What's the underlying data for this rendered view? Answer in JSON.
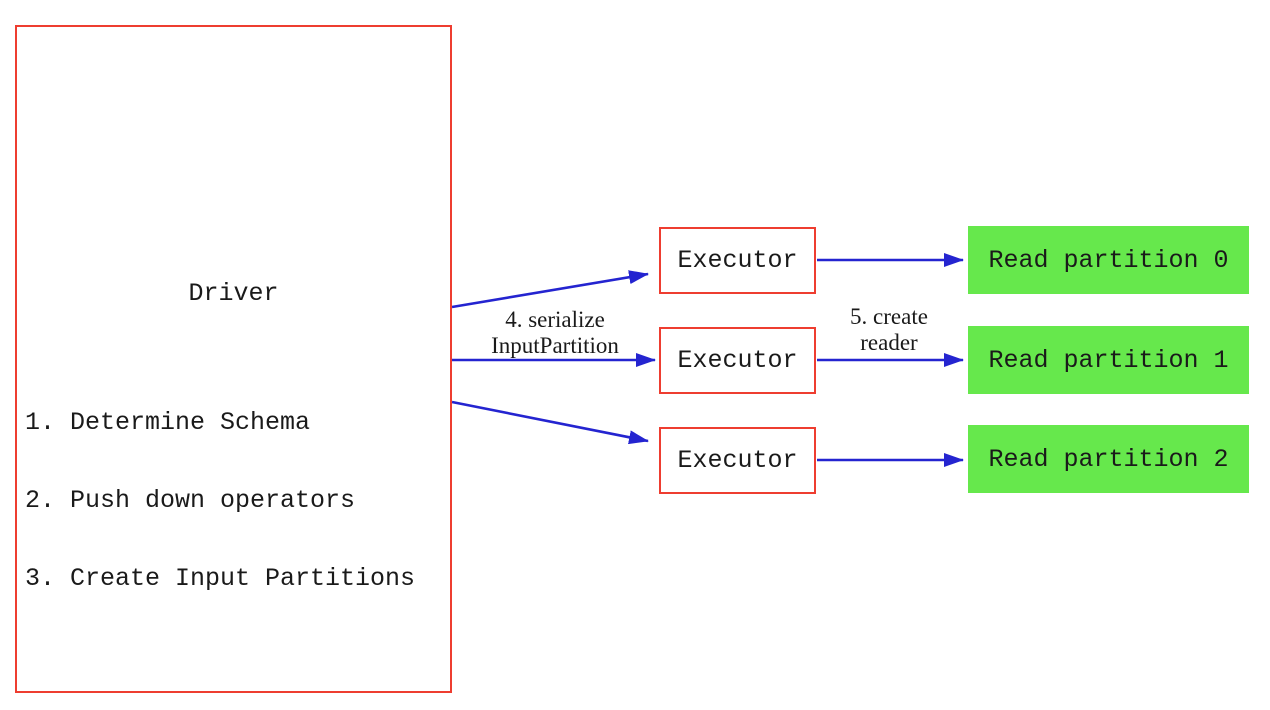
{
  "diagram": {
    "driver": {
      "title": "Driver",
      "steps": [
        "1. Determine Schema",
        "2. Push down operators",
        "3. Create Input Partitions"
      ]
    },
    "executors": [
      "Executor",
      "Executor",
      "Executor"
    ],
    "partitions": [
      "Read partition 0",
      "Read partition 1",
      "Read partition 2"
    ],
    "arrow_labels": {
      "serialize": {
        "line1": "4. serialize",
        "line2": "InputPartition"
      },
      "create_reader": {
        "line1": "5. create",
        "line2": "reader"
      }
    },
    "colors": {
      "box_border_red": "#ee3d30",
      "arrow_blue": "#2424d0",
      "partition_green": "#66e84c",
      "text_black": "#1a1a1a",
      "background": "#ffffff"
    }
  }
}
